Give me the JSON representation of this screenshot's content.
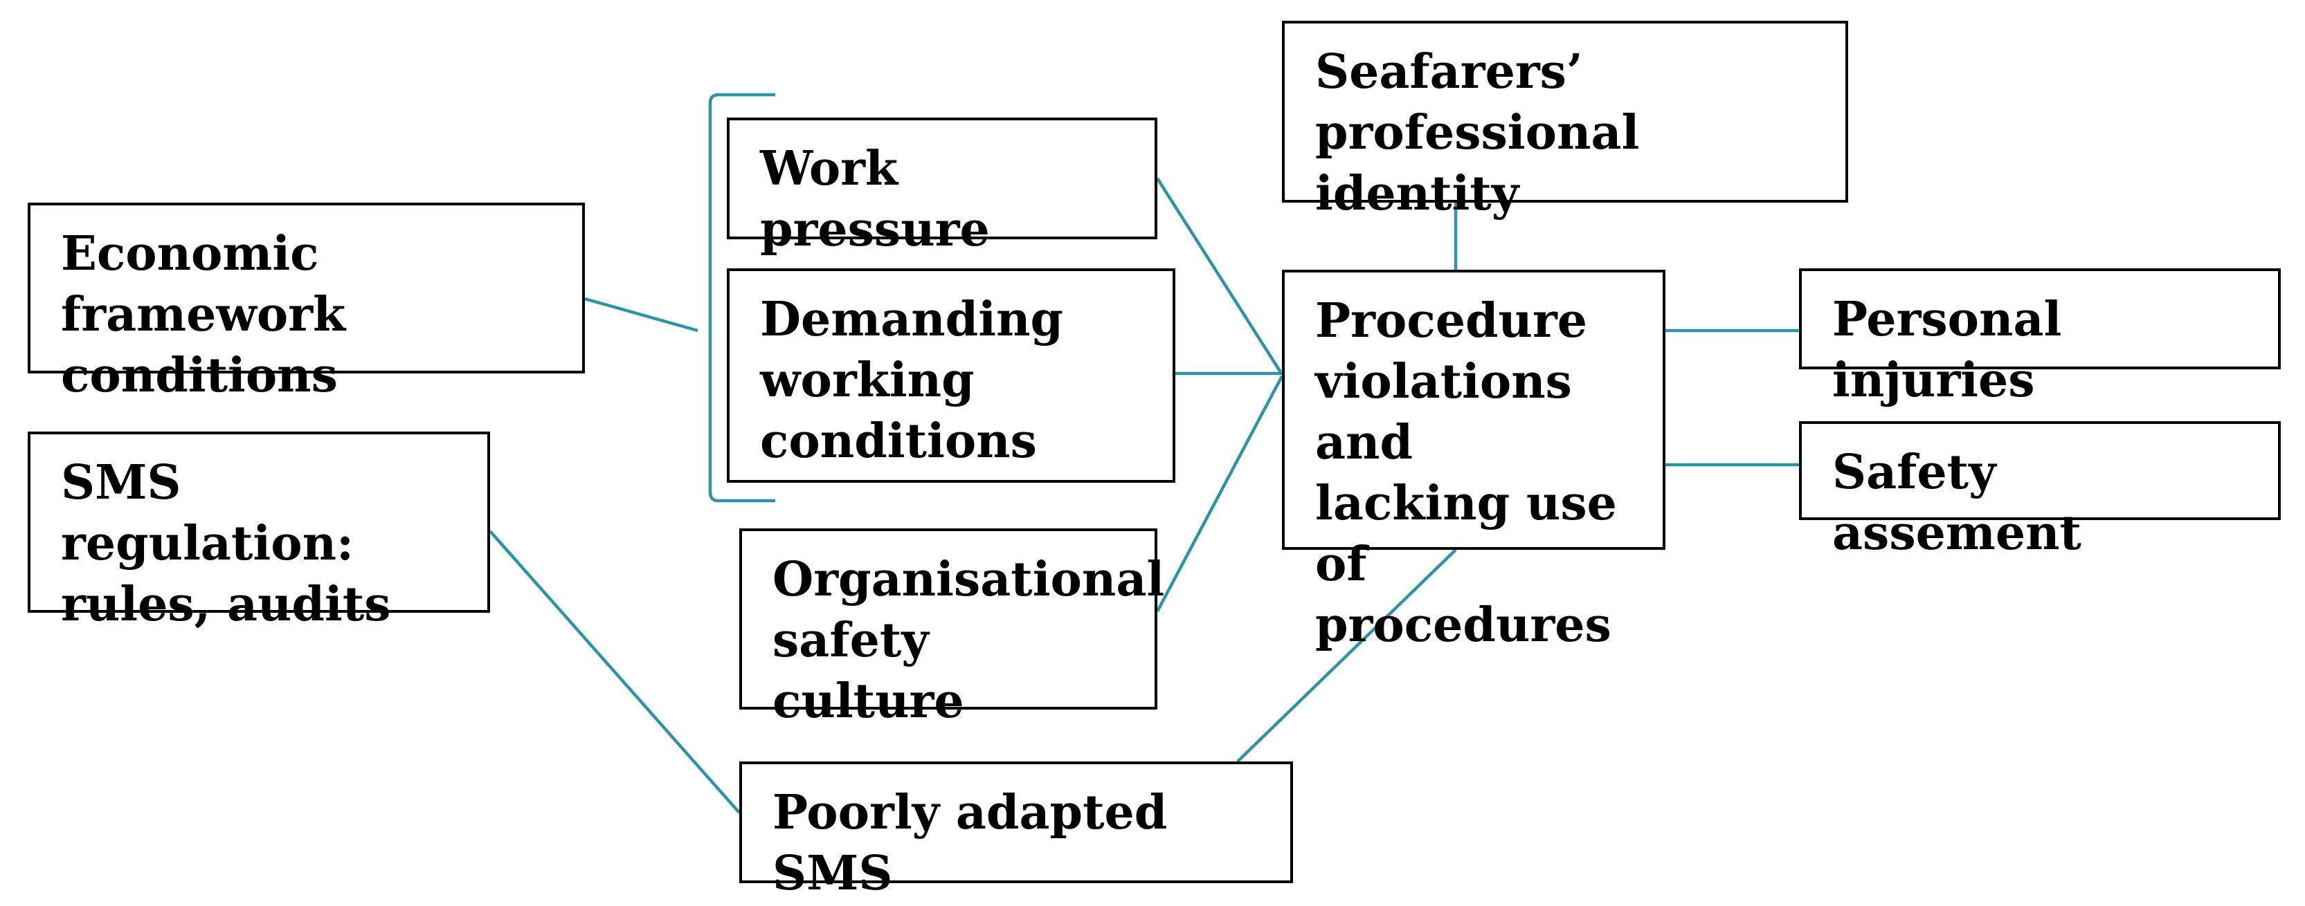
{
  "diagram": {
    "line_color": "#2e93a3",
    "border_color": "#000000",
    "nodes": {
      "economic": "Economic framework\nconditions",
      "sms_regulation": "SMS regulation:\nrules, audits",
      "work_pressure": "Work pressure",
      "demanding": "Demanding\nworking\nconditions",
      "organisational": "Organisational\nsafety culture",
      "poorly_adapted": "Poorly adapted SMS",
      "seafarers": "Seafarers’\nprofessional identity",
      "procedure": "Procedure\nviolations and\nlacking use of\nprocedures",
      "personal_injuries": "Personal injuries",
      "safety_assessment": "Safety assement"
    }
  }
}
